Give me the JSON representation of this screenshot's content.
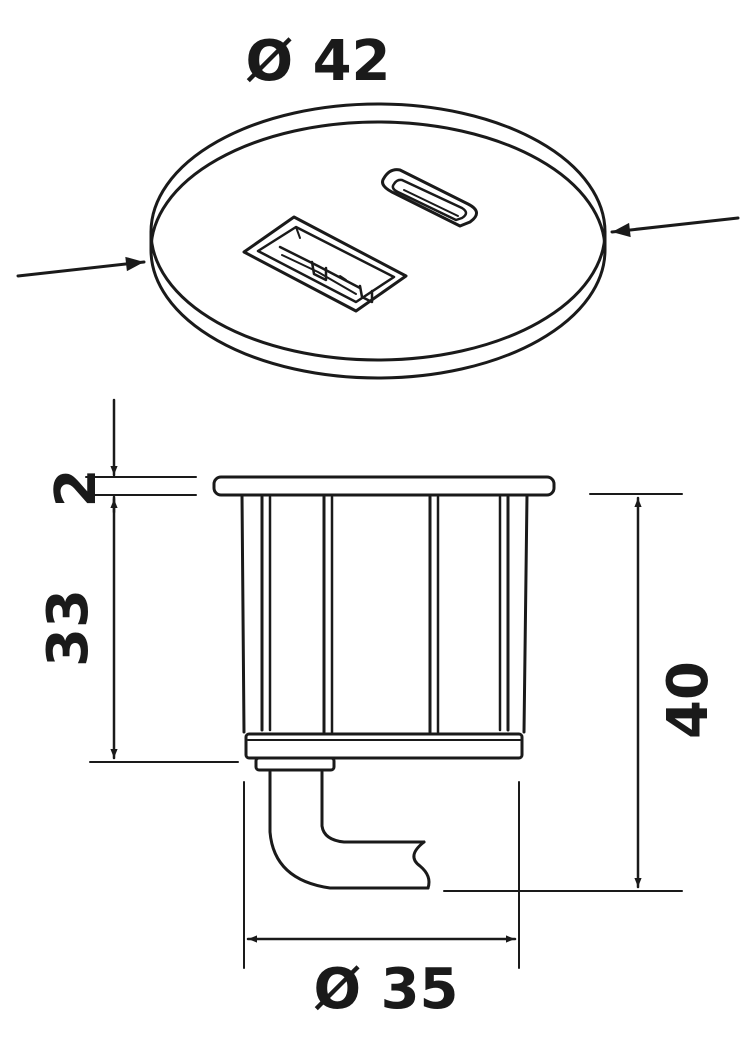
{
  "dimensions": {
    "top_diameter": "Ø 42",
    "bottom_diameter": "Ø 35",
    "flange_thickness": "2",
    "body_height": "33",
    "overall_height": "40"
  },
  "colors": {
    "line": "#1a1a1a",
    "background": "#ffffff"
  }
}
